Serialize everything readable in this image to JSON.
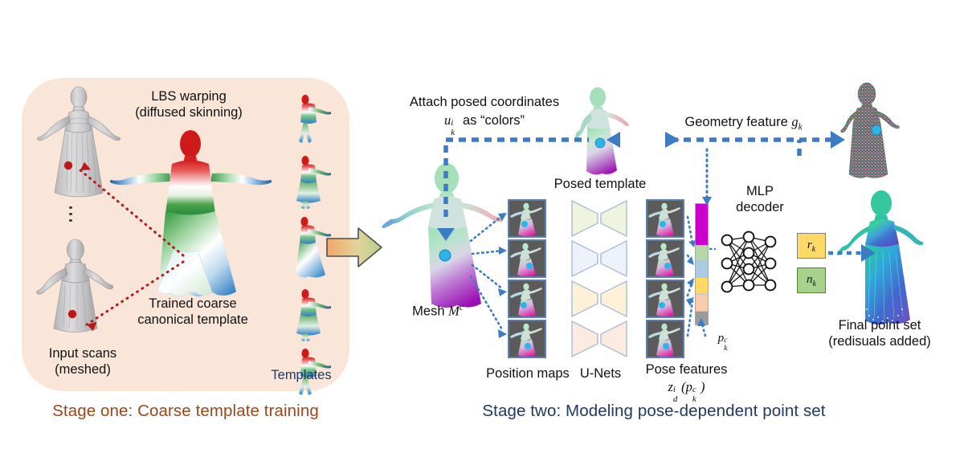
{
  "figure": {
    "title": "Two-stage pipeline: coarse template training and pose-dependent point set modeling",
    "colors": {
      "stage_one_panel": "#fae6d9",
      "stage_two_panel": "#dde4f2",
      "stage_one_caption": "#9c4718",
      "stage_two_caption": "#1f3864",
      "red_arrow": "#b61a1a",
      "blue_arrow": "#2e6fba",
      "tile_background": "#5b5b5b",
      "tile_border": "#5b7fae",
      "keypoint_red": "#cc1111",
      "keypoint_cyan": "#29b6e8",
      "rk_box": "#ffd966",
      "nk_box": "#a9d18e",
      "feature_magenta": "#cc00cc"
    }
  },
  "stage_one": {
    "caption": "Stage one: Coarse template training",
    "lbs_label_line1": "LBS warping",
    "lbs_label_line2": "(diffused skinning)",
    "input_scans_line1": "Input scans",
    "input_scans_line2": "(meshed)",
    "trained_template_line1": "Trained coarse",
    "trained_template_line2": "canonical template",
    "templates_label": "Templates",
    "templates_count": 5,
    "input_scan_count": 2,
    "ellipsis_dots": 3
  },
  "stage_two": {
    "caption": "Stage two: Modeling pose-dependent point set",
    "attach_line1": "Attach posed coordinates",
    "attach_u": "u",
    "attach_u_sup": "i",
    "attach_u_sub": "k",
    "attach_line2_tail": " as “colors”",
    "posed_template_label": "Posed template",
    "geometry_feature_label": "Geometry feature ",
    "geometry_feature_g": "g",
    "geometry_feature_sub": "k",
    "mesh_label": "Mesh ",
    "mesh_m": "M",
    "mesh_sup": "c",
    "position_maps_label": "Position maps",
    "unets_label": "U-Nets",
    "pose_features_label": "Pose features",
    "pose_features_z": "z",
    "pose_features_z_sup": "i",
    "pose_features_z_sub": "d",
    "pose_features_arg_p": "p",
    "pose_features_arg_sup": "c",
    "pose_features_arg_sub": "k",
    "pkc_p": "p",
    "pkc_sup": "c",
    "pkc_sub": "k",
    "mlp_line1": "MLP",
    "mlp_line2": "decoder",
    "rk_label": "r",
    "rk_sub": "k",
    "nk_label": "n",
    "nk_sub": "k",
    "final_point_set_line1": "Final point set",
    "final_point_set_line2": "(redisuals added)",
    "position_map_count": 4,
    "unet_count": 4,
    "pose_feature_count": 4,
    "mlp_layer_sizes": [
      3,
      4,
      3
    ]
  },
  "feature_vector": {
    "segments": [
      {
        "name": "geometry-feature-segment",
        "color": "#cc00cc",
        "height": 52
      },
      {
        "name": "pose-feature-segment-1",
        "color": "#b7d7a8",
        "height": 19
      },
      {
        "name": "pose-feature-segment-2",
        "color": "#a9cce3",
        "height": 21
      },
      {
        "name": "pose-feature-segment-3",
        "color": "#ffd966",
        "height": 21
      },
      {
        "name": "pose-feature-segment-4",
        "color": "#f8cbad",
        "height": 21
      },
      {
        "name": "canonical-point-segment",
        "color": "#9a9a9a",
        "height": 16
      }
    ]
  },
  "unets": [
    {
      "name": "u-net-1",
      "fill": "#eef4de"
    },
    {
      "name": "u-net-2",
      "fill": "#edf2fb"
    },
    {
      "name": "u-net-3",
      "fill": "#fdf2d8"
    },
    {
      "name": "u-net-4",
      "fill": "#fdeae0"
    }
  ]
}
